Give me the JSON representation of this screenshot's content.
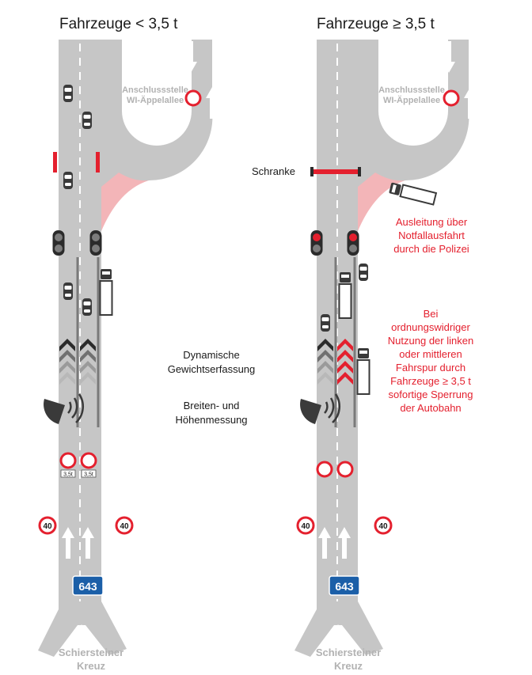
{
  "titles": {
    "left": "Fahrzeuge < 3,5 t",
    "right": "Fahrzeuge ≥ 3,5 t"
  },
  "exit_label": "Anschlussstelle\nWI-Äppelallee",
  "barrier_label": "Schranke",
  "center_labels": {
    "weighing": "Dynamische\nGewichtserfassung",
    "measuring": "Breiten- und\nHöhenmessung"
  },
  "police_exit_text": "Ausleitung über\nNotfallausfahrt\ndurch die Polizei",
  "closure_text": "Bei\nordnungswidriger\nNutzung der linken\noder mittleren\nFahrspur durch\nFahrzeuge ≥ 3,5 t\nsofortige Sperrung\nder Autobahn",
  "speed_limit": "40",
  "weight_plate": "3,5t",
  "route_shield": "643",
  "bottom_label": "Schiersteiner\nKreuz",
  "colors": {
    "road": "#c6c6c6",
    "red": "#e4202e",
    "pink": "#f3b5b8",
    "sign_blue": "#1b5fa8"
  },
  "icons": [
    "traffic-light-icon",
    "car-icon",
    "truck-icon",
    "direction-arrow-icon",
    "speed-limit-sign-icon",
    "no-entry-sign-icon",
    "chevron-icon",
    "sensor-icon",
    "barrier-icon"
  ]
}
